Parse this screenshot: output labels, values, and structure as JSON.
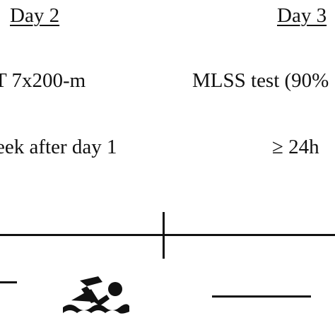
{
  "days": [
    {
      "title": "Day 2",
      "test": "T 7x200-m",
      "timing": "eek after day 1"
    },
    {
      "title": "Day 3",
      "test": "MLSS test (90%",
      "timing": "≥ 24h"
    }
  ],
  "icons": {
    "swimmer": "swimmer-icon"
  },
  "colors": {
    "ink": "#111111",
    "background": "#ffffff"
  }
}
